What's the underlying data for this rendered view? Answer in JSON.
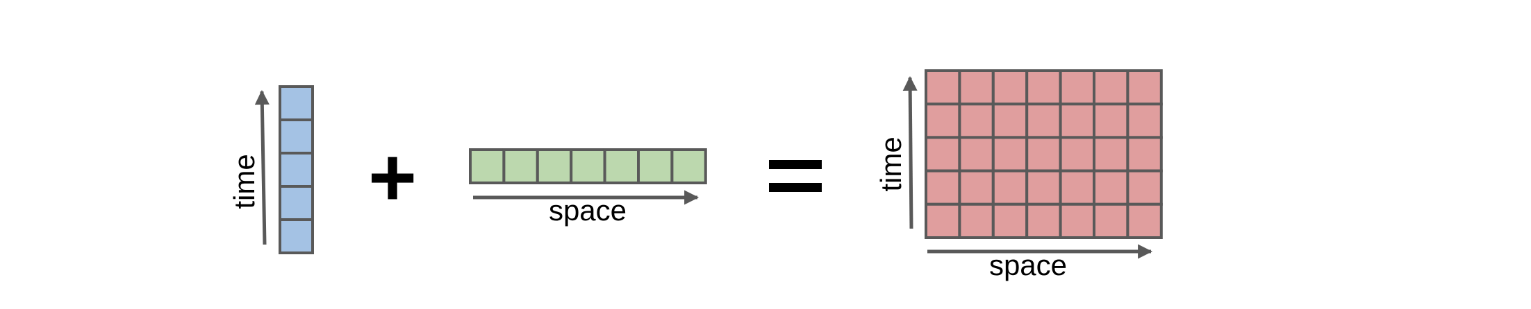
{
  "colors": {
    "time_vector_fill": "#a4c2e4",
    "space_vector_fill": "#bcd8ae",
    "matrix_fill": "#e09e9e",
    "cell_stroke": "#595959",
    "arrow": "#595959",
    "operator": "#000000"
  },
  "time_vector": {
    "cells": 5,
    "axis_label": "time"
  },
  "plus_operator": {
    "symbol": "+"
  },
  "space_vector": {
    "cells": 7,
    "axis_label": "space"
  },
  "equals_operator": {
    "symbol": "="
  },
  "result_matrix": {
    "rows": 5,
    "cols": 7,
    "y_axis_label": "time",
    "x_axis_label": "space"
  }
}
